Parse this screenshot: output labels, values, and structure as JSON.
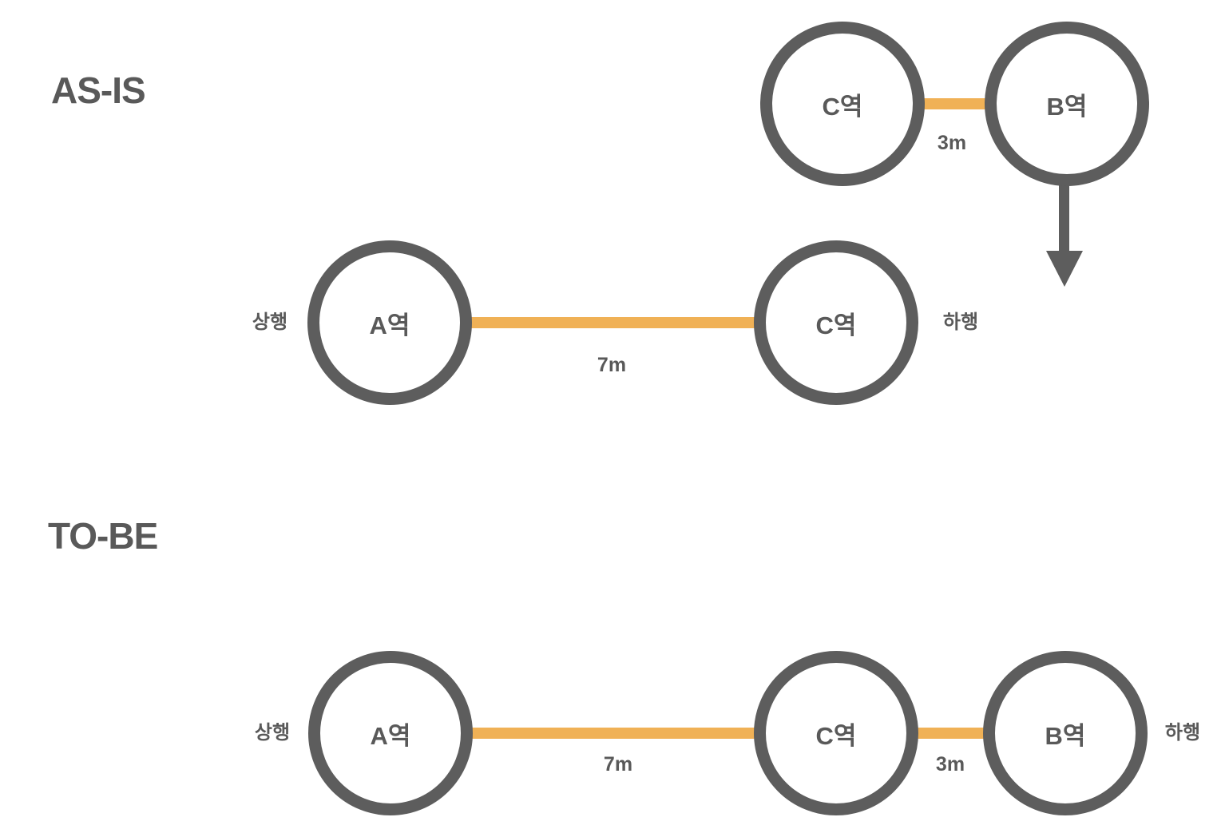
{
  "colors": {
    "accent_line": "#f0b156",
    "node_outline": "#5d5d5d",
    "label_text": "#595959",
    "background": "#ffffff"
  },
  "as_is": {
    "title": "AS-IS",
    "detached_row": {
      "nodes": [
        {
          "label": "C역"
        },
        {
          "label": "B역"
        }
      ],
      "edge": {
        "label": "3m"
      },
      "arrow": "down"
    },
    "line_row": {
      "left_label": "상행",
      "right_label": "하행",
      "nodes": [
        {
          "label": "A역"
        },
        {
          "label": "C역"
        }
      ],
      "edge": {
        "label": "7m"
      }
    }
  },
  "to_be": {
    "title": "TO-BE",
    "line_row": {
      "left_label": "상행",
      "right_label": "하행",
      "nodes": [
        {
          "label": "A역"
        },
        {
          "label": "C역"
        },
        {
          "label": "B역"
        }
      ],
      "edges": [
        {
          "label": "7m"
        },
        {
          "label": "3m"
        }
      ]
    }
  }
}
